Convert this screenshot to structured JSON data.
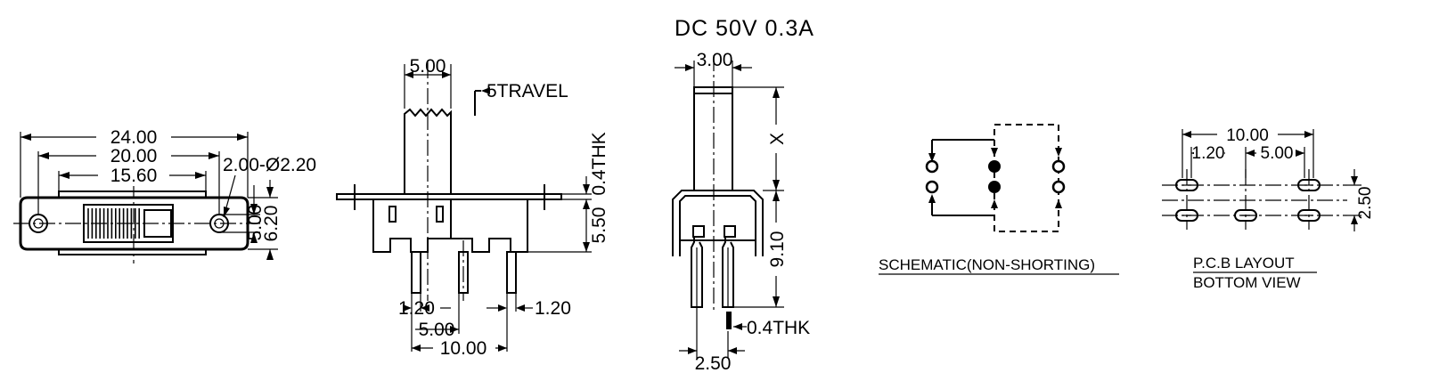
{
  "title": "DC  50V  0.3A",
  "top_view": {
    "dim_overall": "24.00",
    "dim_holes": "20.00",
    "dim_body": "15.60",
    "dim_hole": "2.00-Ø2.20",
    "dim_height_inner": "5.00",
    "dim_height_outer": "6.20"
  },
  "front_view": {
    "dim_actuator": "5.00",
    "travel": "5TRAVEL",
    "thickness": "0.4THK",
    "dim_body_height": "5.50",
    "dim_pin_left": "1.20",
    "dim_pin_right": "1.20",
    "dim_pitch": "5.00",
    "dim_span": "10.00"
  },
  "side_view": {
    "dim_actuator_width": "3.00",
    "dim_x": "X",
    "dim_height": "9.10",
    "thickness": "0.4THK",
    "dim_pin_spacing": "2.50"
  },
  "schematic": {
    "caption": "SCHEMATIC(NON-SHORTING)"
  },
  "pcb": {
    "caption_line1": "P.C.B LAYOUT",
    "caption_line2": "BOTTOM VIEW",
    "dim_span": "10.00",
    "dim_pad": "1.20",
    "dim_pitch": "5.00",
    "dim_row": "2.50"
  }
}
